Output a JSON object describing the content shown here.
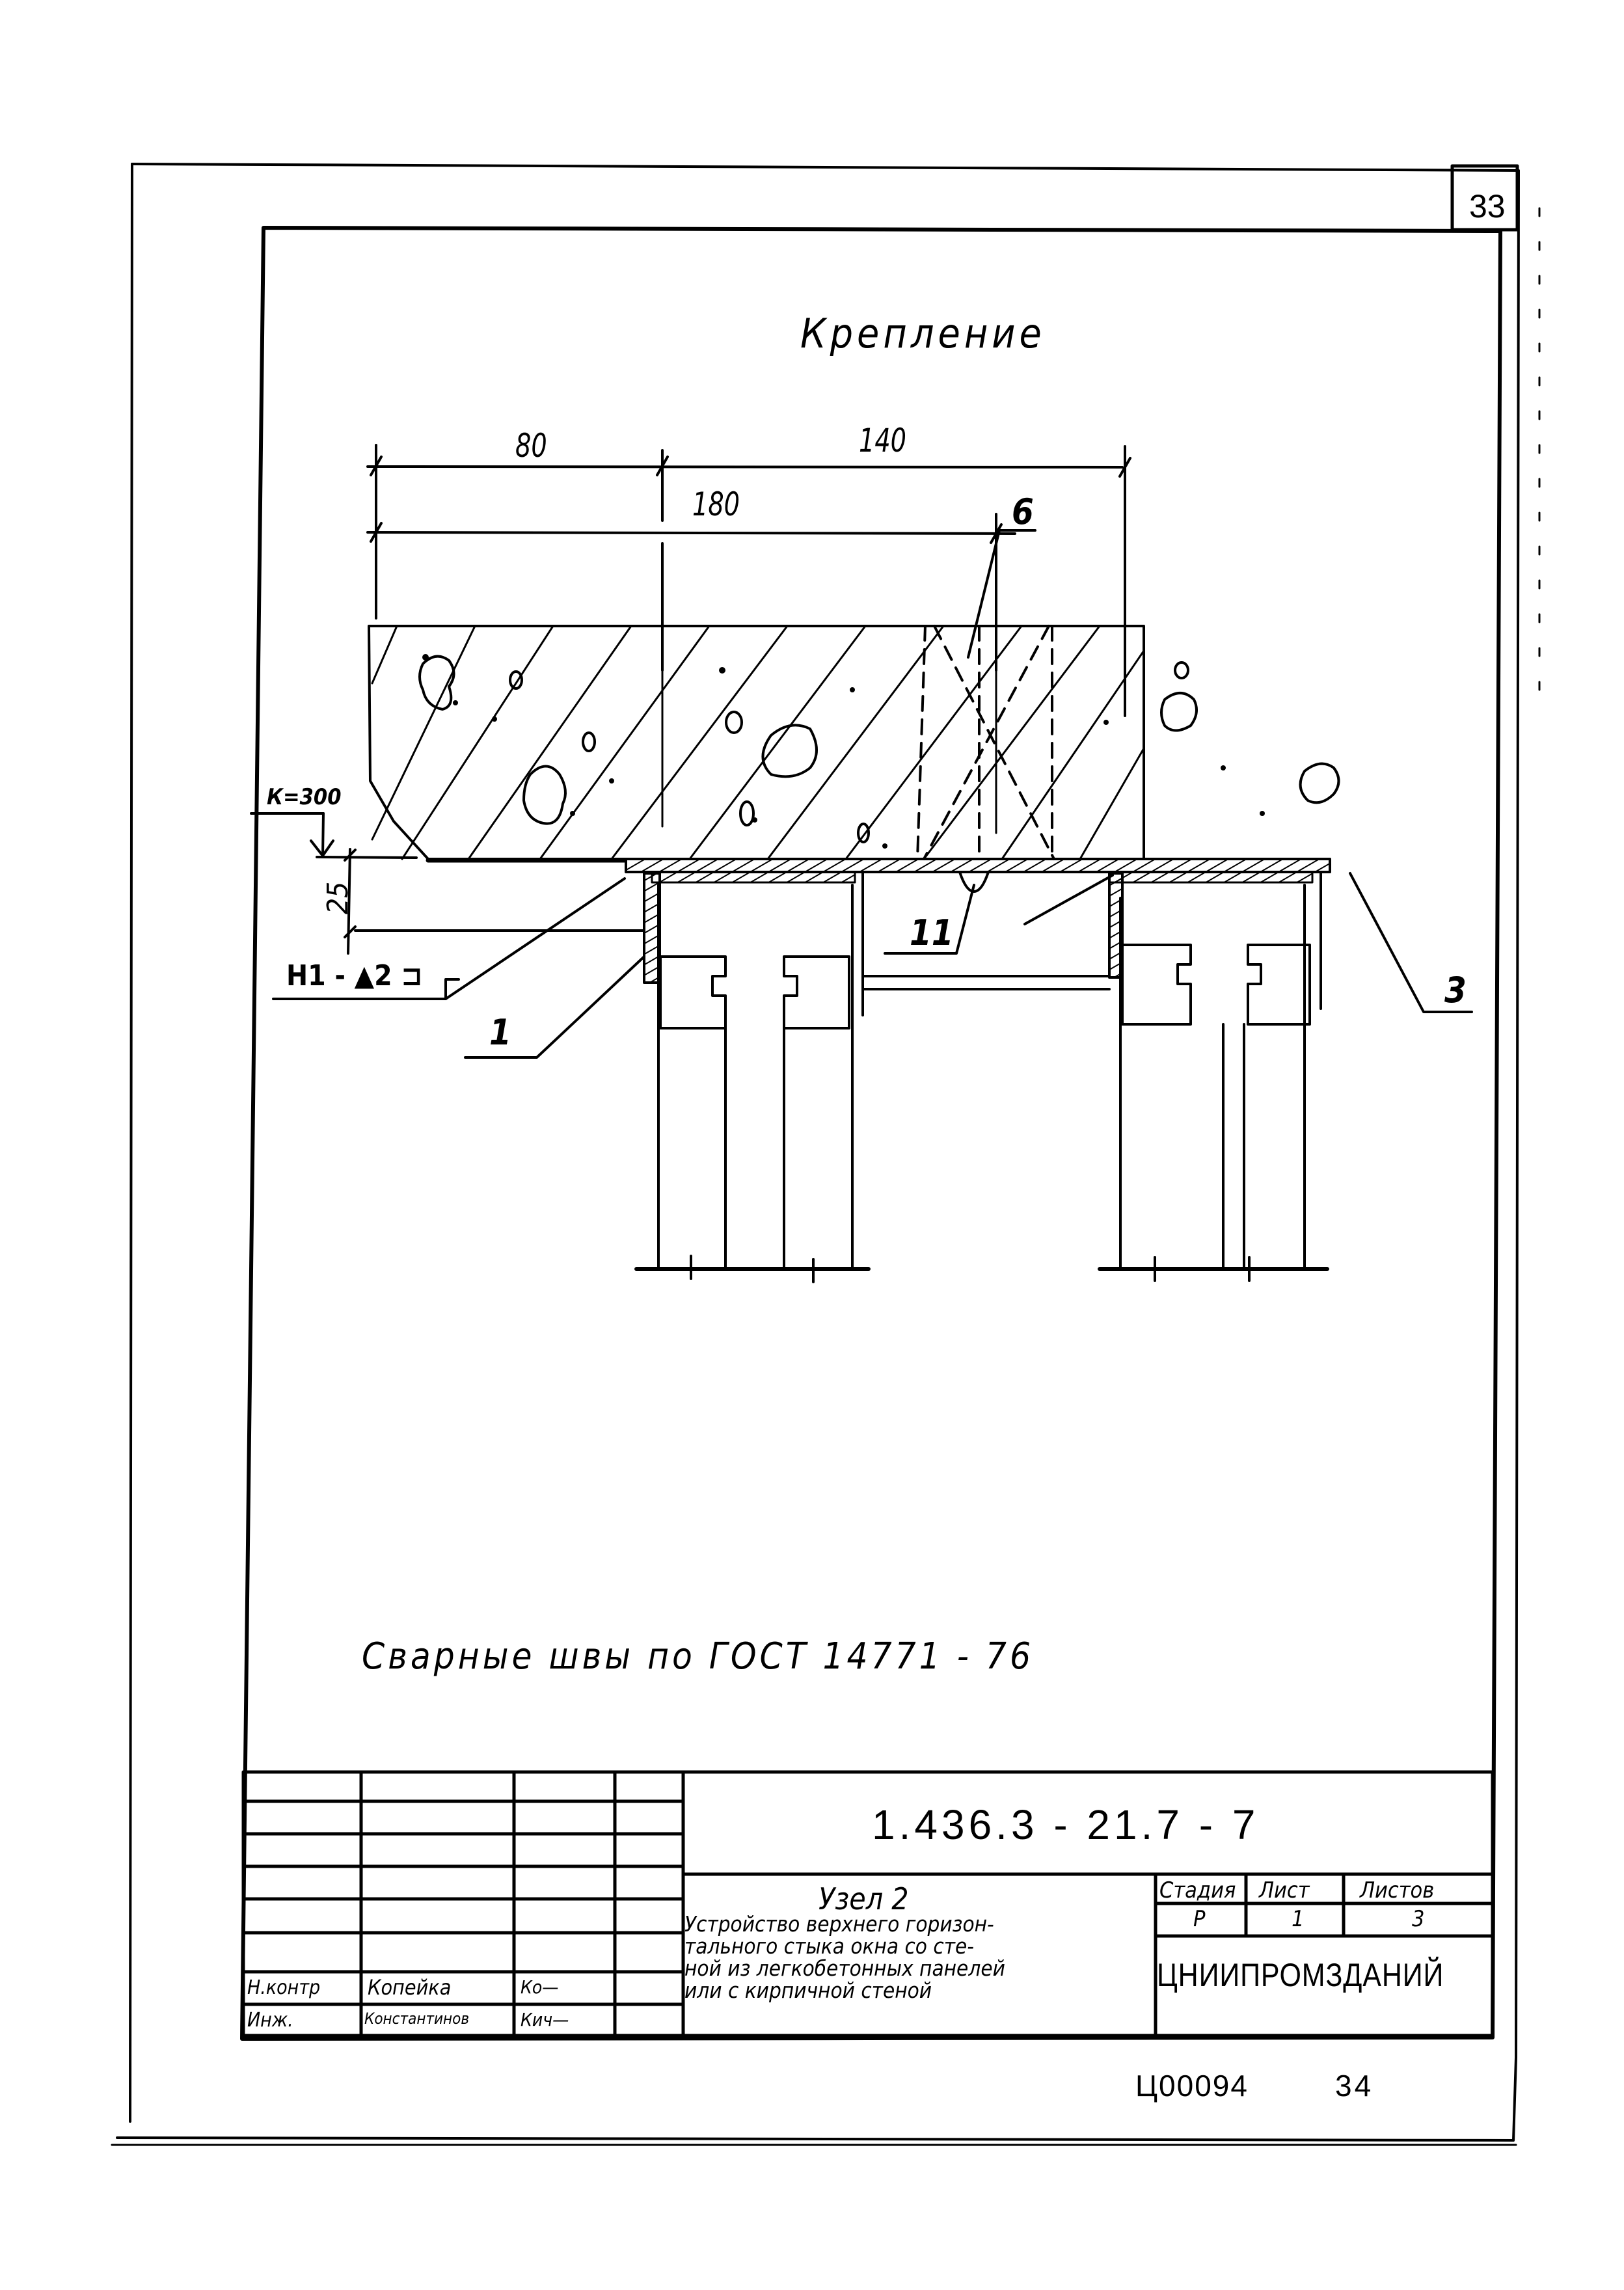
{
  "sheet": {
    "page_number": "33",
    "title": "Крепление",
    "weld_note": "Сварные швы по ГОСТ 14771 - 76",
    "archive": {
      "code": "Ц00094",
      "page": "34"
    }
  },
  "drawing": {
    "dimensions": {
      "top_left": "80",
      "top_right": "140",
      "second_row": "180",
      "height_25": "25"
    },
    "level_mark": "К=300",
    "weld_symbol": "Н1 - ▲2 ⊐",
    "callouts": {
      "c6": "6",
      "c11": "11",
      "c3": "3",
      "c1": "1"
    }
  },
  "title_block": {
    "document_code": "1.436.3 - 21.7 - 7",
    "node_title": "Узел 2",
    "description": "Устройство верхнего горизонтального стыка окна со стеной из легкобетонных панелей или с кирпичной стеной",
    "description_lines": [
      "Устройство верхнего горизон-",
      "тального стыка окна со сте-",
      "ной из легкобетонных панелей",
      "или с кирпичной стеной"
    ],
    "stage_header": "Стадия",
    "sheet_header": "Лист",
    "sheets_header": "Листов",
    "stage_value": "Р",
    "sheet_value": "1",
    "sheets_value": "3",
    "organization": "ЦНИИПРОМЗДАНИЙ",
    "signatures": [
      {
        "role": "Н.контр",
        "name": "Копейка",
        "sign": "Ко—"
      },
      {
        "role": "Инж.",
        "name": "Константинов",
        "sign": "Кич—"
      }
    ]
  }
}
